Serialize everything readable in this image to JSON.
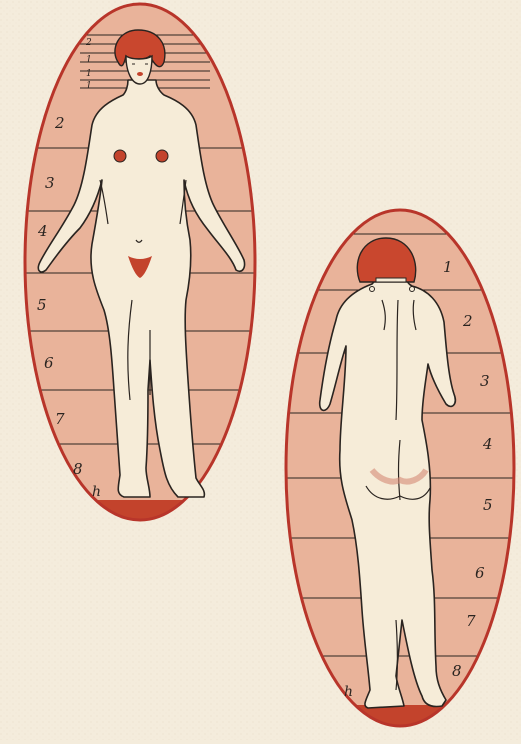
{
  "colors": {
    "paper": "#f4ecdc",
    "oval_fill": "#e9b39a",
    "oval_stroke": "#b8352a",
    "base": "#c3432c",
    "skin": "#f6ecd8",
    "hair": "#c9472e",
    "ink": "#2a2420"
  },
  "front_figure": {
    "numbers": [
      "2",
      "3",
      "4",
      "5",
      "6",
      "7",
      "8"
    ],
    "head_marks": [
      "2",
      "1",
      "1",
      "1"
    ],
    "signature": "h"
  },
  "back_figure": {
    "numbers": [
      "1",
      "2",
      "3",
      "4",
      "5",
      "6",
      "7",
      "8"
    ],
    "signature": "h"
  }
}
